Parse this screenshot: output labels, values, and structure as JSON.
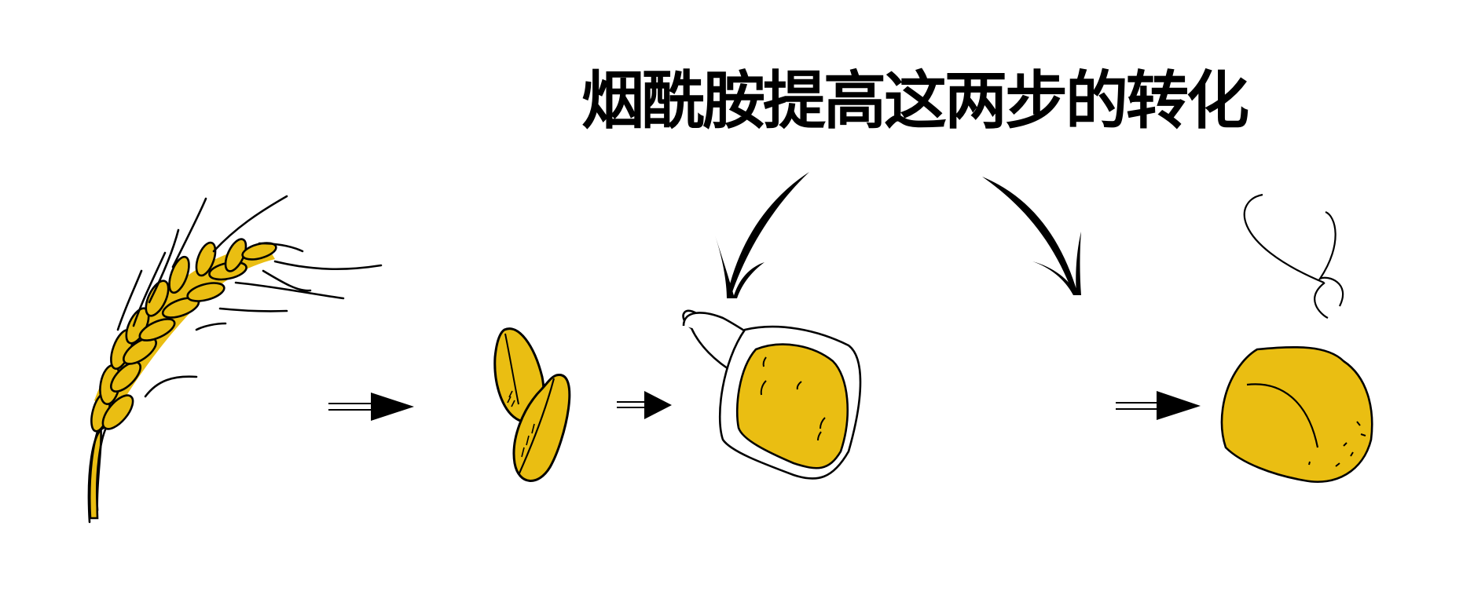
{
  "title": "烟酰胺提高这两步的转化",
  "colors": {
    "grain_yellow": "#EABE12",
    "outline": "#000000",
    "background": "#FFFFFF"
  },
  "diagram": {
    "steps": [
      {
        "id": "wheat",
        "label": "wheat-stalk"
      },
      {
        "id": "grains",
        "label": "wheat-grains"
      },
      {
        "id": "flour",
        "label": "flour-scoop"
      },
      {
        "id": "bread",
        "label": "steaming-bread"
      }
    ],
    "flow_arrows": 3,
    "highlight_arrows": {
      "count": 2,
      "targets": [
        "wheat-grains → flour-scoop",
        "flour-scoop → steaming-bread"
      ]
    }
  }
}
